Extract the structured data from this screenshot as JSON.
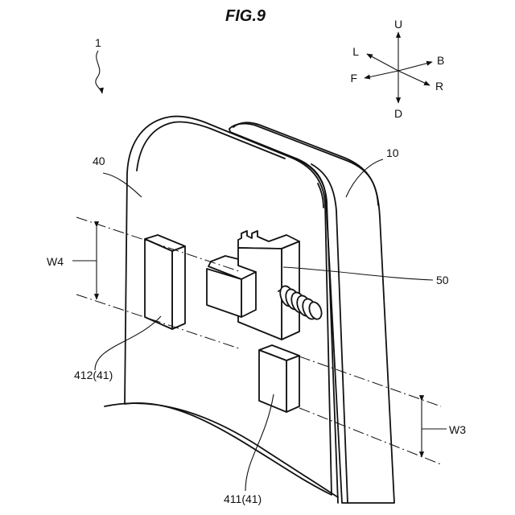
{
  "figure": {
    "title": "FIG.9",
    "reference": "1",
    "labels": {
      "housing": "40",
      "cover": "10",
      "connector": "50",
      "terminal_upper": "412(41)",
      "terminal_lower": "411(41)",
      "width_upper": "W4",
      "width_lower": "W3"
    },
    "directions": {
      "up": "U",
      "down": "D",
      "left": "L",
      "right": "R",
      "front": "F",
      "back": "B"
    }
  }
}
